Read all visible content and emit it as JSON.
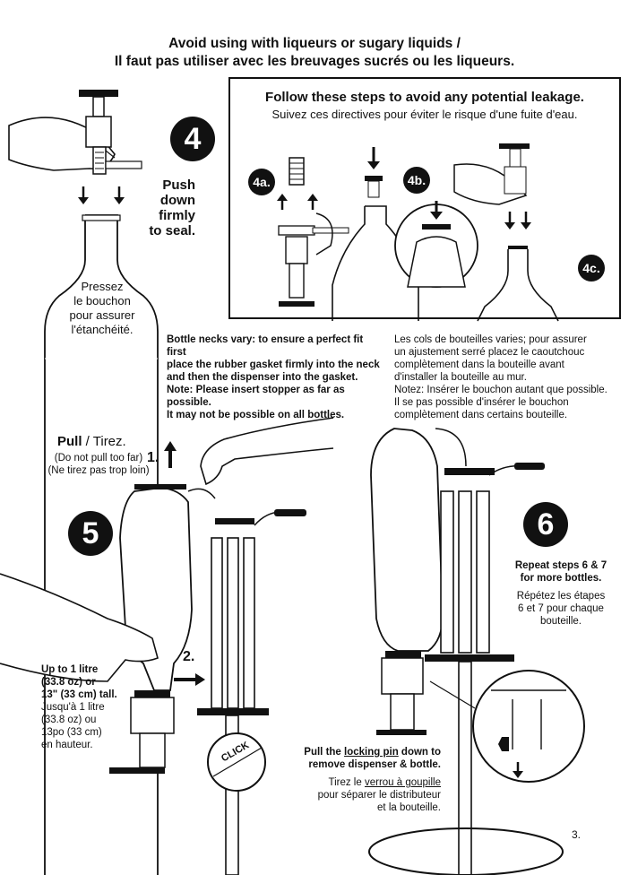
{
  "header": {
    "line1": "Avoid using with liqueurs or sugary liquids /",
    "line2": "Il faut pas utiliser avec les breuvages sucrés ou les liqueurs."
  },
  "step4": {
    "number": "4",
    "push_lines": [
      "Push",
      "down",
      "firmly",
      "to seal."
    ],
    "press_lines": [
      "Pressez",
      "le bouchon",
      "pour assurer",
      "l'étanchéité."
    ]
  },
  "box": {
    "title": "Follow these steps to avoid any potential leakage.",
    "subtitle": "Suivez ces directives pour éviter le risque d'une fuite d'eau.",
    "badge_a": "4a.",
    "badge_b": "4b.",
    "badge_c": "4c."
  },
  "notes_en": {
    "lines": [
      "Bottle necks vary: to ensure a perfect fit first",
      "place the rubber gasket firmly into the neck",
      "and then the dispenser into the gasket.",
      "Note: Please insert stopper as far as possible.",
      "It may not be possible on all bottles."
    ]
  },
  "notes_fr": {
    "lines": [
      "Les cols de bouteilles varies; pour assurer",
      "un ajustement serré placez le caoutchouc",
      "complètement dans la bouteille avant",
      "d'installer la bouteille au mur.",
      "Notez: Insérer le bouchon autant que possible.",
      "Il se pas possible d'insérer le bouchon",
      "complètement dans certains bouteille."
    ]
  },
  "step5": {
    "number": "5",
    "pull": "Pull",
    "pull_sep": " / ",
    "pull_fr": "Tirez.",
    "pull_note_en": "(Do not pull too far)",
    "pull_note_fr": "(Ne tirez pas trop loin)",
    "label_1": "1.",
    "label_2": "2.",
    "click": "CLICK",
    "size_en": [
      "Up to 1 litre",
      "(33.8 oz) or",
      "13\" (33 cm) tall."
    ],
    "size_fr": [
      "Jusqu'à 1 litre",
      "(33.8 oz) ou",
      "13po (33 cm)",
      "en hauteur."
    ]
  },
  "step6": {
    "number": "6",
    "repeat_en": [
      "Repeat steps 6 & 7",
      "for more bottles."
    ],
    "repeat_fr": [
      "Répétez les étapes",
      "6 et 7 pour chaque",
      "bouteille."
    ],
    "pin_en_prefix": "Pull the ",
    "pin_en_link": "locking pin",
    "pin_en_suffix": " down to",
    "pin_en_line2": "remove dispenser & bottle.",
    "pin_fr_prefix": "Tirez le ",
    "pin_fr_link": "verrou à goupille",
    "pin_fr_line2": "pour séparer le distributeur",
    "pin_fr_line3": "et la bouteille."
  },
  "page_number": "3."
}
